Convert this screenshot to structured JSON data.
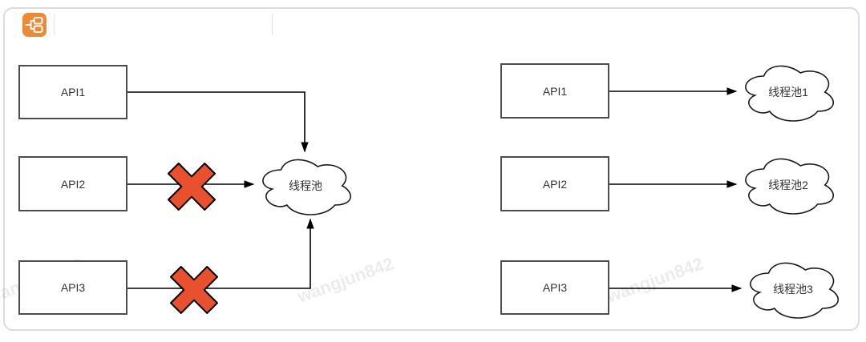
{
  "toolbar": {
    "app_icon": "flowchart-icon",
    "app_icon_color": "#EE8A33"
  },
  "watermark": {
    "text": "wangjun842"
  },
  "colors": {
    "blocked_x": "#E8502E",
    "shape_border": "#4D4D4D",
    "frame_border": "#D9DCE2"
  },
  "diagram": {
    "left_panel": {
      "apis": [
        "API1",
        "API2",
        "API3"
      ],
      "pool": "线程池"
    },
    "right_panel": {
      "pairs": [
        {
          "api": "API1",
          "pool": "线程池1"
        },
        {
          "api": "API2",
          "pool": "线程池2"
        },
        {
          "api": "API3",
          "pool": "线程池3"
        }
      ]
    }
  }
}
